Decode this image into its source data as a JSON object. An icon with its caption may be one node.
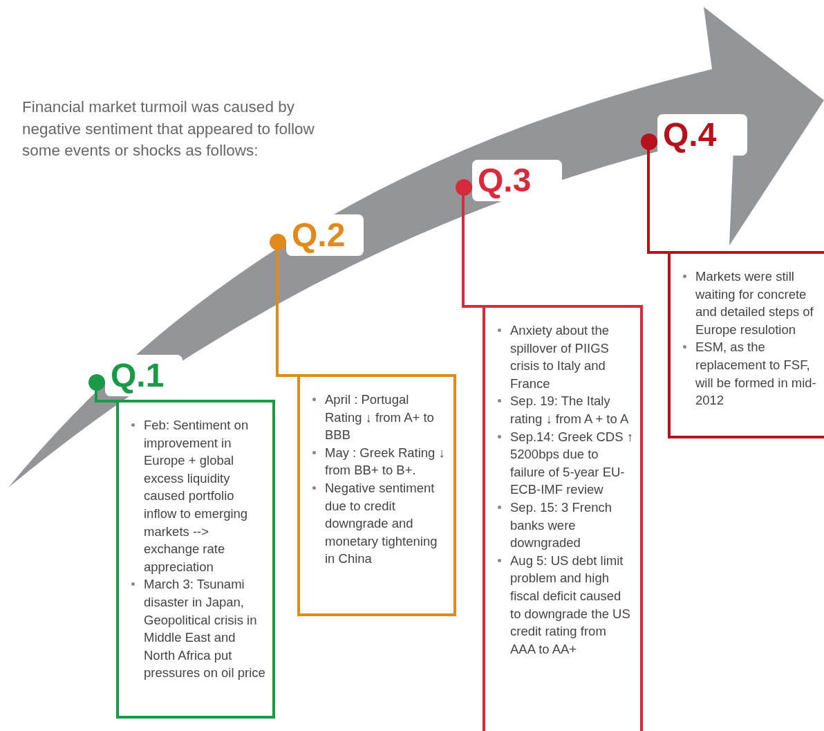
{
  "diagram": {
    "nodes": [
      {
        "text": [
          "Q.1"
        ]
      },
      {
        "text": [
          "Feb: Sentiment on improvement in Europe + global excess liquidity caused portfolio inflow to emerging markets --> exchange rate appreciation",
          "March 3: Tsunami disaster in Japan, Geopolitical crisis in Middle East and North Africa put pressures on oil price"
        ]
      },
      {
        "text": [
          "Q.2"
        ]
      },
      {
        "text": [
          "April : Portugal Rating ↓ from A+ to BBB",
          "May : Greek Rating ↓ from BB+ to B+.",
          "Negative sentiment due to credit downgrade and monetary tightening in China"
        ]
      },
      {
        "text": [
          "Q.3"
        ]
      },
      {
        "text": [
          "Anxiety about the spillover of PIIGS crisis to Italy and France",
          "Sep. 19: The Italy rating ↓ from A + to A",
          "Sep.14: Greek CDS ↑ 5200bps due to failure of 5-year EU-ECB-IMF review",
          "Sep. 15: 3 French banks were downgraded",
          "Aug 5: US debt limit problem and high fiscal deficit caused to downgrade the US credit rating from AAA to AA+"
        ]
      },
      {
        "text": [
          "Q.4"
        ]
      },
      {
        "text": [
          "Markets were still waiting for concrete and detailed steps of Europe resulotion",
          "ESM, as the replacement to FSF, will be formed in mid-2012"
        ]
      }
    ],
    "edges": [
      {
        "from": 0,
        "to": 1,
        "arrow": "other",
        "color": "#1a9a48"
      },
      {
        "from": 2,
        "to": 3,
        "arrow": "other",
        "color": "#e08a1e"
      },
      {
        "from": 4,
        "to": 5,
        "arrow": "other",
        "color": "#d62b3c"
      },
      {
        "from": 6,
        "to": 7,
        "arrow": "other",
        "color": "#b5121b"
      }
    ],
    "labels": [
      "Financial market turmoil was caused by negative sentiment that appeared to follow some events or shocks as follows:"
    ]
  }
}
